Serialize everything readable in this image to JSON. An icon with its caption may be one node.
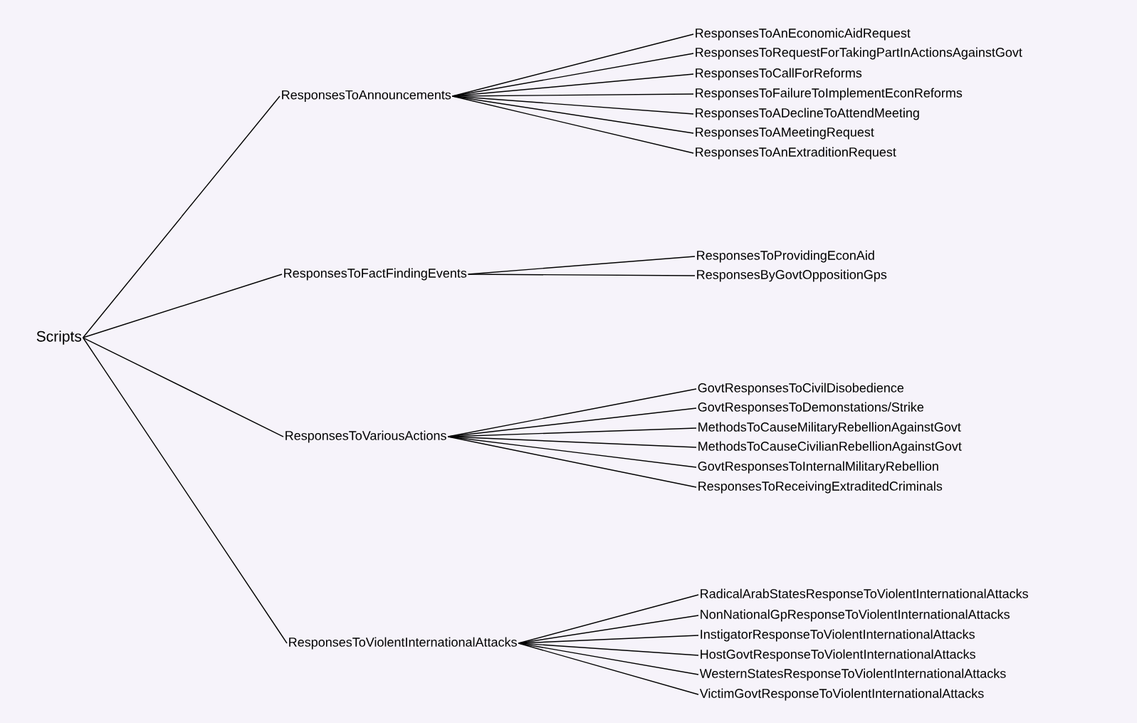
{
  "diagram": {
    "nodes": [
      {
        "text": [
          "Scripts"
        ]
      },
      {
        "text": [
          "ResponsesToAnnouncements"
        ]
      },
      {
        "text": [
          "ResponsesToAnEconomicAidRequest"
        ]
      },
      {
        "text": [
          "ResponsesToRequestForTakingPartInActionsAgainstGovt"
        ]
      },
      {
        "text": [
          "ResponsesToCallForReforms"
        ]
      },
      {
        "text": [
          "ResponsesToFailureToImplementEconReforms"
        ]
      },
      {
        "text": [
          "ResponsesToADeclineToAttendMeeting"
        ]
      },
      {
        "text": [
          "ResponsesToAMeetingRequest"
        ]
      },
      {
        "text": [
          "ResponsesToAnExtraditionRequest"
        ]
      },
      {
        "text": [
          "ResponsesToFactFindingEvents"
        ]
      },
      {
        "text": [
          "ResponsesToProvidingEconAid"
        ]
      },
      {
        "text": [
          "ResponsesByGovtOppositionGps"
        ]
      },
      {
        "text": [
          "ResponsesToVariousActions"
        ]
      },
      {
        "text": [
          "GovtResponsesToCivilDisobedience"
        ]
      },
      {
        "text": [
          "GovtResponsesToDemonstations/Strike"
        ]
      },
      {
        "text": [
          "MethodsToCauseMilitaryRebellionAgainstGovt"
        ]
      },
      {
        "text": [
          "MethodsToCauseCivilianRebellionAgainstGovt"
        ]
      },
      {
        "text": [
          "GovtResponsesToInternalMilitaryRebellion"
        ]
      },
      {
        "text": [
          "ResponsesToReceivingExtraditedCriminals"
        ]
      },
      {
        "text": [
          "ResponsesToViolentInternationalAttacks"
        ]
      },
      {
        "text": [
          "RadicalArabStatesResponseToViolentInternationalAttacks"
        ]
      },
      {
        "text": [
          "NonNationalGpResponseToViolentInternationalAttacks"
        ]
      },
      {
        "text": [
          "InstigatorResponseToViolentInternationalAttacks"
        ]
      },
      {
        "text": [
          "HostGovtResponseToViolentInternationalAttacks"
        ]
      },
      {
        "text": [
          "WesternStatesResponseToViolentInternationalAttacks"
        ]
      },
      {
        "text": [
          "VictimGovtResponseToViolentInternationalAttacks"
        ]
      }
    ],
    "edges": [
      {
        "from": 0,
        "to": 1,
        "arrow": "none"
      },
      {
        "from": 1,
        "to": 2,
        "arrow": "none"
      },
      {
        "from": 1,
        "to": 3,
        "arrow": "none"
      },
      {
        "from": 1,
        "to": 4,
        "arrow": "none"
      },
      {
        "from": 1,
        "to": 5,
        "arrow": "none"
      },
      {
        "from": 1,
        "to": 6,
        "arrow": "none"
      },
      {
        "from": 1,
        "to": 7,
        "arrow": "none"
      },
      {
        "from": 1,
        "to": 8,
        "arrow": "none"
      },
      {
        "from": 0,
        "to": 9,
        "arrow": "none"
      },
      {
        "from": 9,
        "to": 10,
        "arrow": "none"
      },
      {
        "from": 9,
        "to": 11,
        "arrow": "none"
      },
      {
        "from": 0,
        "to": 12,
        "arrow": "none"
      },
      {
        "from": 12,
        "to": 13,
        "arrow": "none"
      },
      {
        "from": 12,
        "to": 14,
        "arrow": "none"
      },
      {
        "from": 12,
        "to": 15,
        "arrow": "none"
      },
      {
        "from": 12,
        "to": 16,
        "arrow": "none"
      },
      {
        "from": 12,
        "to": 17,
        "arrow": "none"
      },
      {
        "from": 12,
        "to": 18,
        "arrow": "none"
      },
      {
        "from": 0,
        "to": 19,
        "arrow": "none"
      },
      {
        "from": 19,
        "to": 20,
        "arrow": "none"
      },
      {
        "from": 19,
        "to": 21,
        "arrow": "none"
      },
      {
        "from": 19,
        "to": 22,
        "arrow": "none"
      },
      {
        "from": 19,
        "to": 23,
        "arrow": "none"
      },
      {
        "from": 19,
        "to": 24,
        "arrow": "none"
      },
      {
        "from": 19,
        "to": 25,
        "arrow": "none"
      }
    ]
  }
}
